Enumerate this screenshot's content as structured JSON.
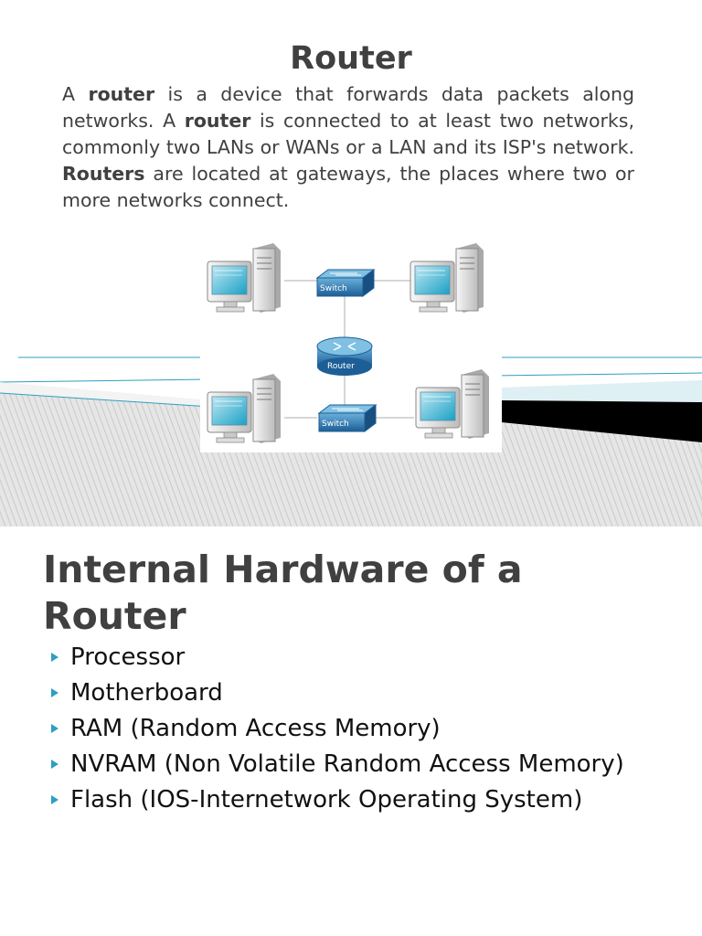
{
  "slide1": {
    "title": "Router",
    "paragraph": [
      {
        "text": "A ",
        "bold": false
      },
      {
        "text": "router",
        "bold": true
      },
      {
        "text": " is a device that forwards data packets along networks. A ",
        "bold": false
      },
      {
        "text": "router",
        "bold": true
      },
      {
        "text": " is connected to at least two networks, commonly two LANs or WANs or a LAN and its ISP's network. ",
        "bold": false
      },
      {
        "text": "Routers",
        "bold": true
      },
      {
        "text": " are located at gateways, the places where two or more networks connect.",
        "bold": false
      }
    ],
    "diagram": {
      "switch_top_label": "Switch",
      "router_label": "Router",
      "switch_bottom_label": "Switch",
      "icons": [
        "computer-icon",
        "switch-icon",
        "router-icon"
      ]
    },
    "colors": {
      "accent": "#2e9fc0",
      "band_dark": "#000000",
      "band_light": "#dff0f5",
      "texture": "#d8d8d8"
    }
  },
  "slide2": {
    "title": "Internal Hardware of a Router",
    "bullets": [
      "Processor",
      "Motherboard",
      "RAM (Random Access Memory)",
      "NVRAM (Non Volatile Random Access Memory)",
      "Flash (IOS-Internetwork Operating System)"
    ],
    "bullet_icon": "triangle-bullet-icon",
    "colors": {
      "bullet": "#2e9fc0",
      "title": "#404040"
    }
  }
}
